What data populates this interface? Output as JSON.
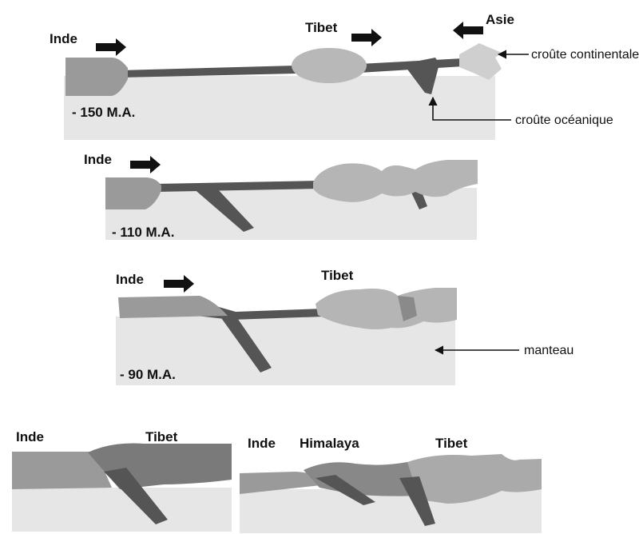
{
  "legend": {
    "continental_crust": "croûte continentale",
    "oceanic_crust": "croûte océanique",
    "mantle": "manteau"
  },
  "stages": [
    {
      "time": "- 150 M.A.",
      "labels": {
        "india": "Inde",
        "tibet": "Tibet",
        "asia": "Asie"
      }
    },
    {
      "time": "- 110 M.A.",
      "labels": {
        "india": "Inde"
      }
    },
    {
      "time": "- 90 M.A.",
      "labels": {
        "india": "Inde",
        "tibet": "Tibet"
      }
    },
    {
      "time": "",
      "labels": {
        "india": "Inde",
        "tibet": "Tibet"
      }
    },
    {
      "time": "",
      "labels": {
        "india": "Inde",
        "himalaya": "Himalaya",
        "tibet": "Tibet"
      }
    }
  ],
  "colors": {
    "continental": "#9a9a9a",
    "continental_light": "#c4c4c4",
    "oceanic": "#555555",
    "mantle": "#e6e6e6"
  }
}
